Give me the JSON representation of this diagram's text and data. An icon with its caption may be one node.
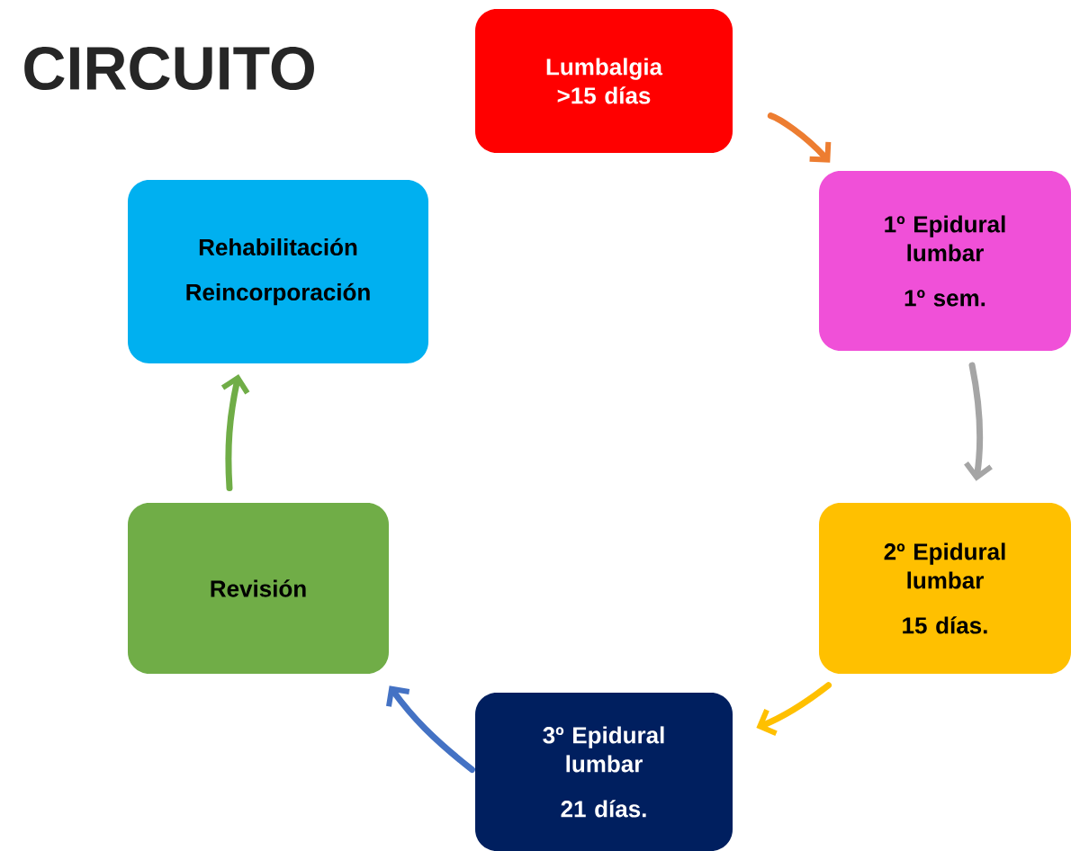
{
  "diagram": {
    "title": "CIRCUITO",
    "nodes": [
      {
        "text": [
          "Lumbalgia >15 días"
        ]
      },
      {
        "text": [
          "1º Epidural lumbar",
          "1º sem."
        ]
      },
      {
        "text": [
          "2º Epidural lumbar",
          "15 días."
        ]
      },
      {
        "text": [
          "3º Epidural lumbar",
          "21 días."
        ]
      },
      {
        "text": [
          "Revisión"
        ]
      },
      {
        "text": [
          "Rehabilitación",
          "Reincorporación"
        ]
      }
    ],
    "edges": [
      {
        "from": 0,
        "to": 1,
        "arrow": "to",
        "color": "#ed7d31"
      },
      {
        "from": 1,
        "to": 2,
        "arrow": "to",
        "color": "#a5a5a5"
      },
      {
        "from": 2,
        "to": 3,
        "arrow": "to",
        "color": "#ffc000"
      },
      {
        "from": 3,
        "to": 4,
        "arrow": "to",
        "color": "#4472c4"
      },
      {
        "from": 4,
        "to": 5,
        "arrow": "to",
        "color": "#70ad47"
      }
    ]
  }
}
